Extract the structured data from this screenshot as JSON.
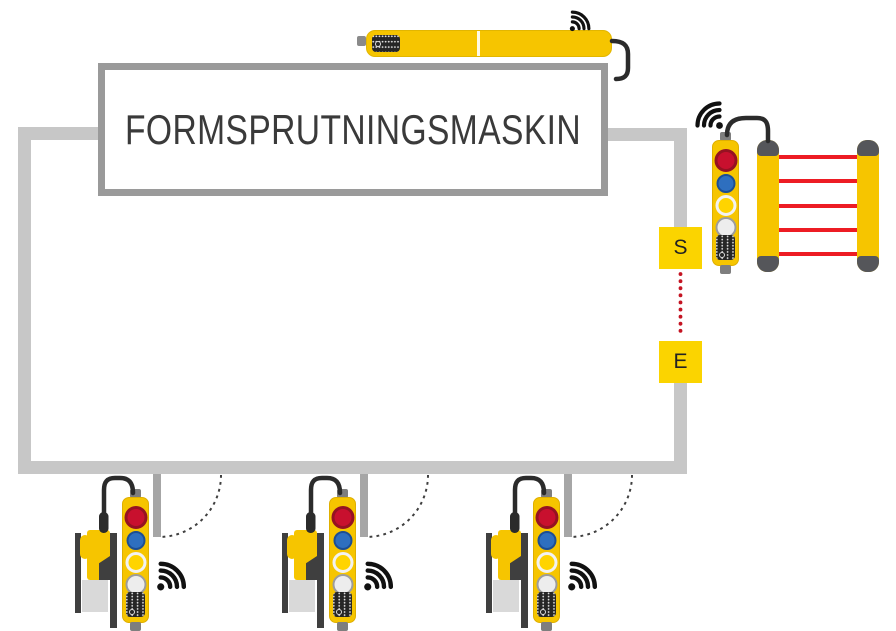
{
  "machine": {
    "label": "FORMSPRUTNINGSMASKIN"
  },
  "relay": {
    "sender_label": "S",
    "receiver_label": "E"
  },
  "counts": {
    "bottom_handset_units": 3,
    "light_curtain_beams": 5,
    "handset_buttons": 4
  },
  "colors": {
    "device_yellow": "#F6C500",
    "outline_gray": "#C7C7C7",
    "box_border_gray": "#9A9A9A",
    "beam_red": "#ED1C24",
    "optical_link_red": "#C41422",
    "estop_button_red": "#C8102E",
    "button_blue": "#2E6FBF",
    "button_yellow": "#FFD400",
    "button_white": "#EDEDED",
    "cable_black": "#2B2B2B",
    "dark_gray": "#3F3F3F"
  },
  "icons": {
    "wireless": "wifi-signal-icon",
    "multi_pin": "pin-connector-icon"
  }
}
